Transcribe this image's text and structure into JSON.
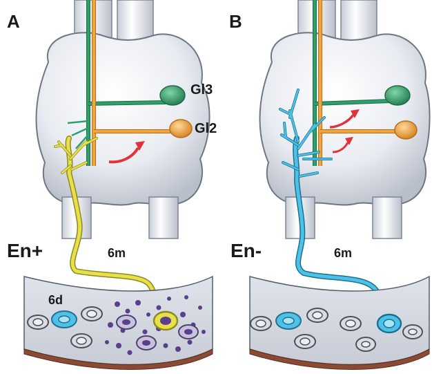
{
  "panels": [
    {
      "letter": "A",
      "label_gl3": "Gl3",
      "label_gl2": "Gl2",
      "label_state": "En+",
      "label_6m": "6m",
      "label_6d": "6d"
    },
    {
      "letter": "B",
      "label_state": "En-",
      "label_6m": "6m"
    }
  ],
  "colors": {
    "gl3": "#2e9e6b",
    "gl2": "#f2a33a",
    "en_plus": "#e8e04a",
    "en_minus": "#4cc2e8",
    "arrow": "#e0343a",
    "cell_blue": "#4cc2e8",
    "cell_grey": "#cfd2d8",
    "tissue_edge": "#8a4a34",
    "dot_purple": "#5a3f8c",
    "body": "#e9ecf2"
  }
}
